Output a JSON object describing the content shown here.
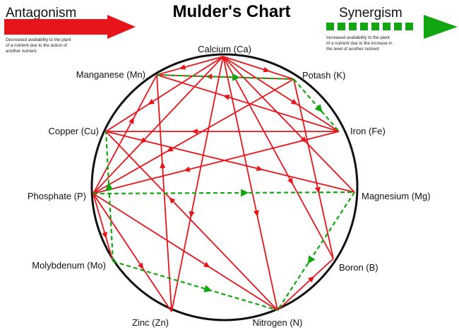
{
  "title": "Mulder's Chart",
  "legend": {
    "antagonism": {
      "label": "Antagonism",
      "description_lines": [
        "Decreased availability to the plant",
        "of a nutrient due to the action of",
        "another nutrient."
      ],
      "color": "#e8141b"
    },
    "synergism": {
      "label": "Synergism",
      "description_lines": [
        "Increased availability to the plant",
        "of a nutrient due to the increase in",
        "the level of another nutrient"
      ],
      "color": "#13a613"
    }
  },
  "nutrients": [
    {
      "id": "ca",
      "label": "Calcium (Ca)"
    },
    {
      "id": "k",
      "label": "Potash (K)"
    },
    {
      "id": "fe",
      "label": "Iron (Fe)"
    },
    {
      "id": "mg",
      "label": "Magnesium (Mg)"
    },
    {
      "id": "b",
      "label": "Boron (B)"
    },
    {
      "id": "n",
      "label": "Nitrogen (N)"
    },
    {
      "id": "zn",
      "label": "Zinc (Zn)"
    },
    {
      "id": "mo",
      "label": "Molybdenum (Mo)"
    },
    {
      "id": "p",
      "label": "Phosphate (P)"
    },
    {
      "id": "cu",
      "label": "Copper (Cu)"
    },
    {
      "id": "mn",
      "label": "Manganese (Mn)"
    }
  ],
  "antagonism_links": [
    {
      "from": "ca",
      "to": "mn"
    },
    {
      "from": "ca",
      "to": "k"
    },
    {
      "from": "ca",
      "to": "fe"
    },
    {
      "from": "ca",
      "to": "mg"
    },
    {
      "from": "ca",
      "to": "b"
    },
    {
      "from": "ca",
      "to": "n"
    },
    {
      "from": "ca",
      "to": "zn"
    },
    {
      "from": "ca",
      "to": "p"
    },
    {
      "from": "ca",
      "to": "cu"
    },
    {
      "from": "k",
      "to": "mn"
    },
    {
      "from": "k",
      "to": "b"
    },
    {
      "from": "k",
      "to": "p"
    },
    {
      "from": "fe",
      "to": "mn"
    },
    {
      "from": "fe",
      "to": "cu"
    },
    {
      "from": "fe",
      "to": "p"
    },
    {
      "from": "p",
      "to": "mn"
    },
    {
      "from": "p",
      "to": "n"
    },
    {
      "from": "p",
      "to": "zn"
    },
    {
      "from": "p",
      "to": "mo"
    },
    {
      "from": "cu",
      "to": "mg"
    },
    {
      "from": "zn",
      "to": "mn"
    },
    {
      "from": "n",
      "to": "b"
    },
    {
      "from": "n",
      "to": "cu"
    }
  ],
  "synergism_links": [
    {
      "from": "mn",
      "to": "k"
    },
    {
      "from": "k",
      "to": "fe"
    },
    {
      "from": "p",
      "to": "mg"
    },
    {
      "from": "mg",
      "to": "n"
    },
    {
      "from": "mo",
      "to": "n"
    },
    {
      "from": "mo",
      "to": "cu"
    }
  ]
}
